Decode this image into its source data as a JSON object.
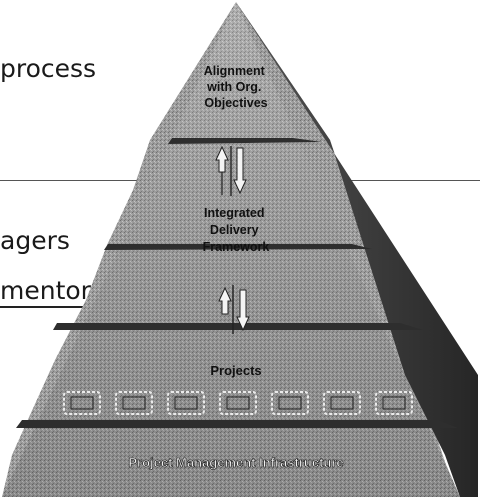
{
  "slide_text": {
    "line1": "process",
    "line2": "agers",
    "line3": "mentoring"
  },
  "pyramid": {
    "tier1_lines": [
      "Alignment",
      "with Org.",
      "Objectives"
    ],
    "tier2_lines": [
      "Integrated",
      "Delivery",
      "Framework"
    ],
    "tier3_label": "Projects",
    "base_label": "Project Management Infrastructure"
  },
  "colors": {
    "front_face": "#9a9a9a",
    "side_face": "#3a3a3a",
    "divider": "#2e2e2e"
  }
}
